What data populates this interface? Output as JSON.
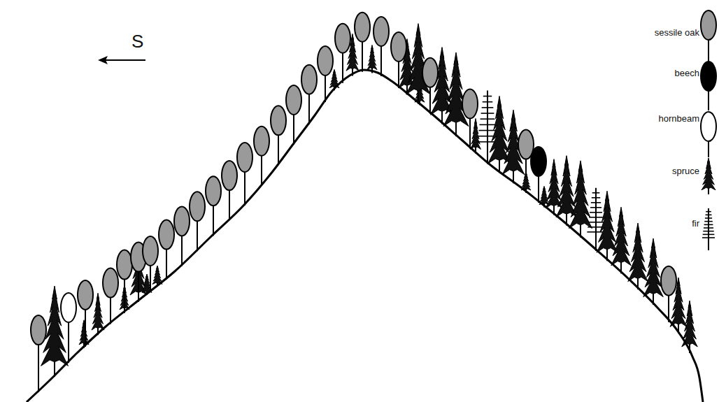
{
  "diagram": {
    "labels": [
      "S"
    ],
    "legend": [
      {
        "text": "sessile oak"
      },
      {
        "text": "beech"
      },
      {
        "text": "hornbeam"
      },
      {
        "text": "spruce"
      },
      {
        "text": "fir"
      }
    ]
  }
}
